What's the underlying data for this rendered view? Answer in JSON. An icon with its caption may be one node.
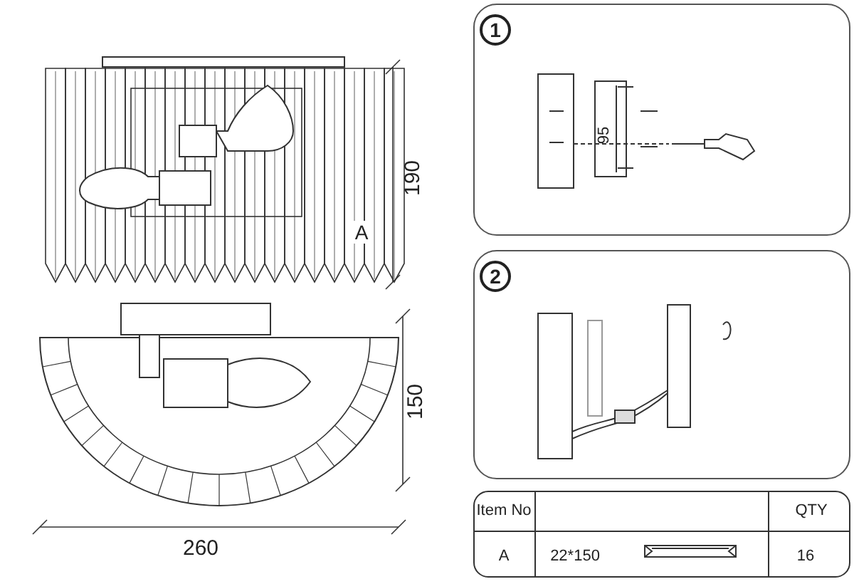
{
  "diagram": {
    "labels": [
      "190",
      "A",
      "150",
      "260",
      "1",
      "95",
      "2",
      "Item No",
      "QTY",
      "A",
      "22*150",
      "16"
    ]
  }
}
